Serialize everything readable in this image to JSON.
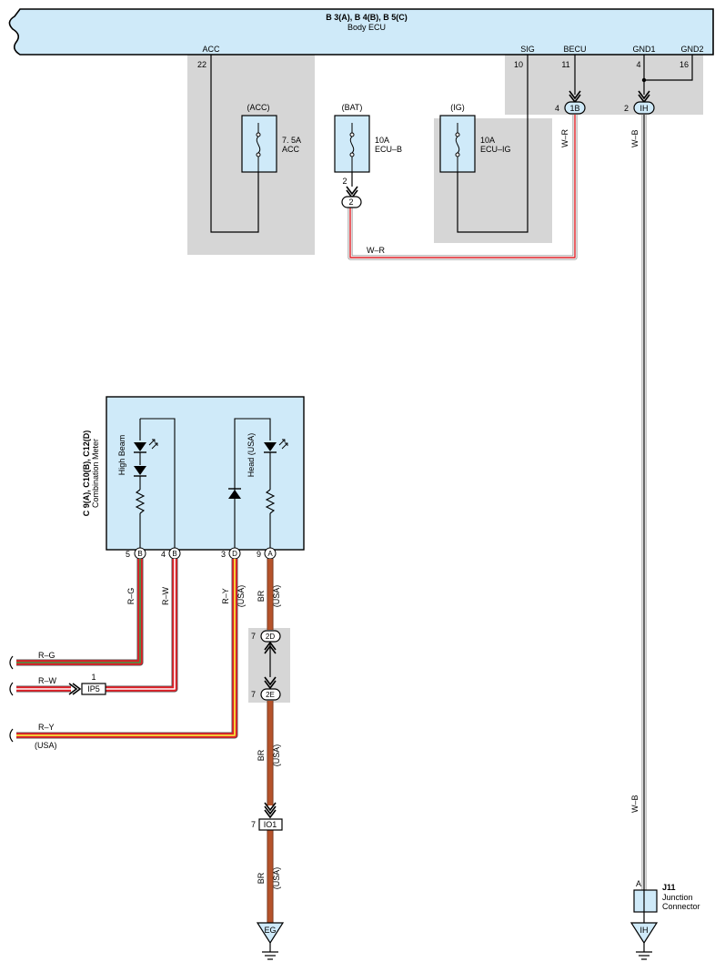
{
  "ecu": {
    "title": "B 3(A), B 4(B), B 5(C)",
    "subtitle": "Body ECU",
    "pins": {
      "acc": {
        "name": "ACC",
        "num": "22"
      },
      "sig": {
        "name": "SIG",
        "num": "10"
      },
      "becu": {
        "name": "BECU",
        "num": "11"
      },
      "gnd1": {
        "name": "GND1",
        "num": "4"
      },
      "gnd2": {
        "name": "GND2",
        "num": "16"
      }
    }
  },
  "fuses": {
    "acc": {
      "tag": "(ACC)",
      "rating": "7. 5A",
      "name": "ACC"
    },
    "bat": {
      "tag": "(BAT)",
      "rating": "10A",
      "name": "ECU–B"
    },
    "ig": {
      "tag": "(IG)",
      "rating": "10A",
      "name": "ECU–IG"
    }
  },
  "connectors": {
    "c2": {
      "label": "2",
      "pin": "2"
    },
    "c1b": {
      "label": "1B",
      "pin": "4"
    },
    "c1h": {
      "label": "IH",
      "pin": "2"
    },
    "c2d": {
      "label": "2D",
      "pin": "7"
    },
    "c2e": {
      "label": "2E",
      "pin": "7"
    },
    "ip5": {
      "label": "IP5",
      "pin": "1"
    },
    "io1": {
      "label": "IO1",
      "pin": "7"
    }
  },
  "meter": {
    "title": "C 9(A), C10(B), C12(D)",
    "subtitle": "Combination Meter",
    "high_beam": "High Beam",
    "head": "Head (USA)",
    "pins": [
      {
        "num": "5",
        "letter": "B"
      },
      {
        "num": "4",
        "letter": "B"
      },
      {
        "num": "3",
        "letter": "D"
      },
      {
        "num": "9",
        "letter": "A"
      }
    ]
  },
  "wires": {
    "wr": "W–R",
    "wb": "W–B",
    "rg": "R–G",
    "rw": "R–W",
    "ry": "R–Y",
    "br": "BR",
    "usa": "(USA)"
  },
  "grounds": {
    "eg": "EG",
    "ih": "IH"
  },
  "junction": {
    "id": "J11",
    "line1": "Junction",
    "line2": "Connector",
    "pin": "A"
  },
  "colors": {
    "panel_blue": "#cfeaf9",
    "shade_gray": "#d6d6d6",
    "wire_red": "#e01f26",
    "wire_brown": "#b5532b",
    "wire_yellow": "#f5e23a",
    "wire_green": "#3d9b48"
  }
}
